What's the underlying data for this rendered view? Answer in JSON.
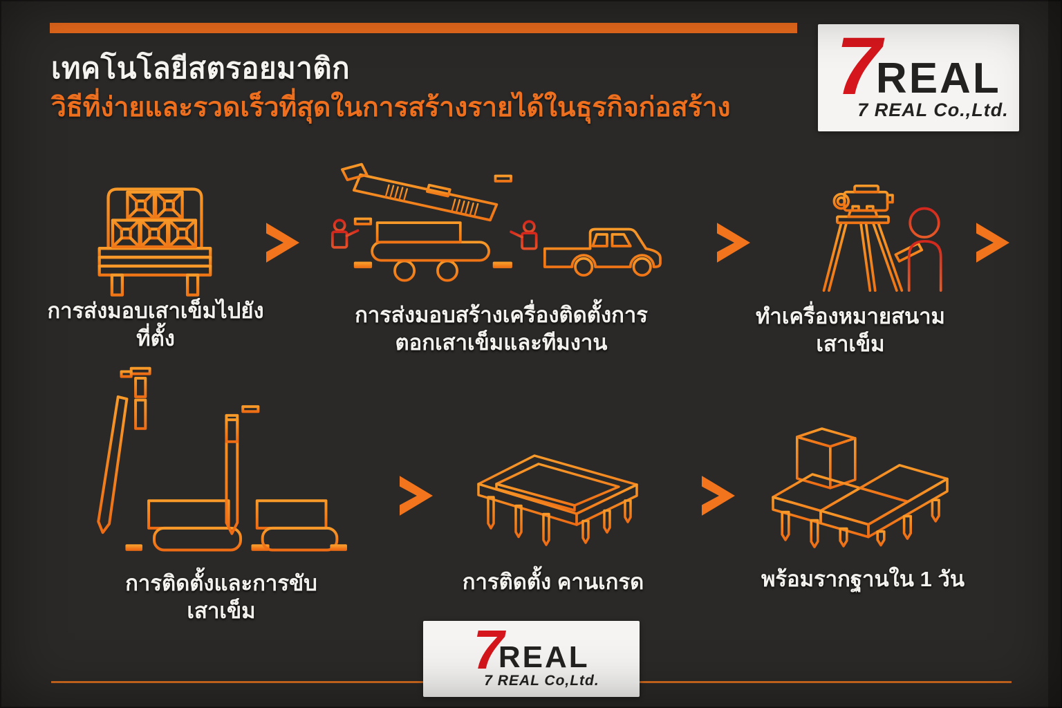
{
  "colors": {
    "background": "#2b2927",
    "top_bar_orange": "#e96a1c",
    "bottom_rule_orange": "#cf6a1f",
    "arrow_orange": "#f2741d",
    "line_art_orange": "#f68a1f",
    "line_art_red": "#d43528",
    "title_white": "#f6f4f1",
    "subtitle_orange": "#ee6f1e",
    "logo_red": "#d5161c",
    "logo_black": "#232220"
  },
  "header": {
    "title": "เทคโนโลยีสตรอยมาติก",
    "subtitle": "วิธีที่ง่ายและรวดเร็วที่สุดในการสร้างรายได้ในธุรกิจก่อสร้าง"
  },
  "logo_top": {
    "seven": "7",
    "brand": "REAL",
    "company": "7 REAL Co.,Ltd."
  },
  "logo_bottom": {
    "seven": "7",
    "brand": "REAL",
    "company": "7 REAL Co,Ltd."
  },
  "steps": [
    {
      "id": "deliver-piles",
      "caption_line1": "การส่งมอบเสาเข็มไปยัง",
      "caption_line2": "ที่ตั้ง"
    },
    {
      "id": "deliver-machine",
      "caption_line1": "การส่งมอบสร้างเครื่องติดตั้งการ",
      "caption_line2": "ตอกเสาเข็มและทีมงาน"
    },
    {
      "id": "mark-field",
      "caption_line1": "ทำเครื่องหมายสนาม",
      "caption_line2": "เสาเข็ม"
    },
    {
      "id": "install-drive",
      "caption_line1": "การติดตั้งและการขับ",
      "caption_line2": "เสาเข็ม"
    },
    {
      "id": "grade-beam",
      "caption_line1": "การติดตั้ง คานเกรด",
      "caption_line2": ""
    },
    {
      "id": "foundation-ready",
      "caption_line1": "พร้อมรากฐานใน 1 วัน",
      "caption_line2": ""
    }
  ]
}
